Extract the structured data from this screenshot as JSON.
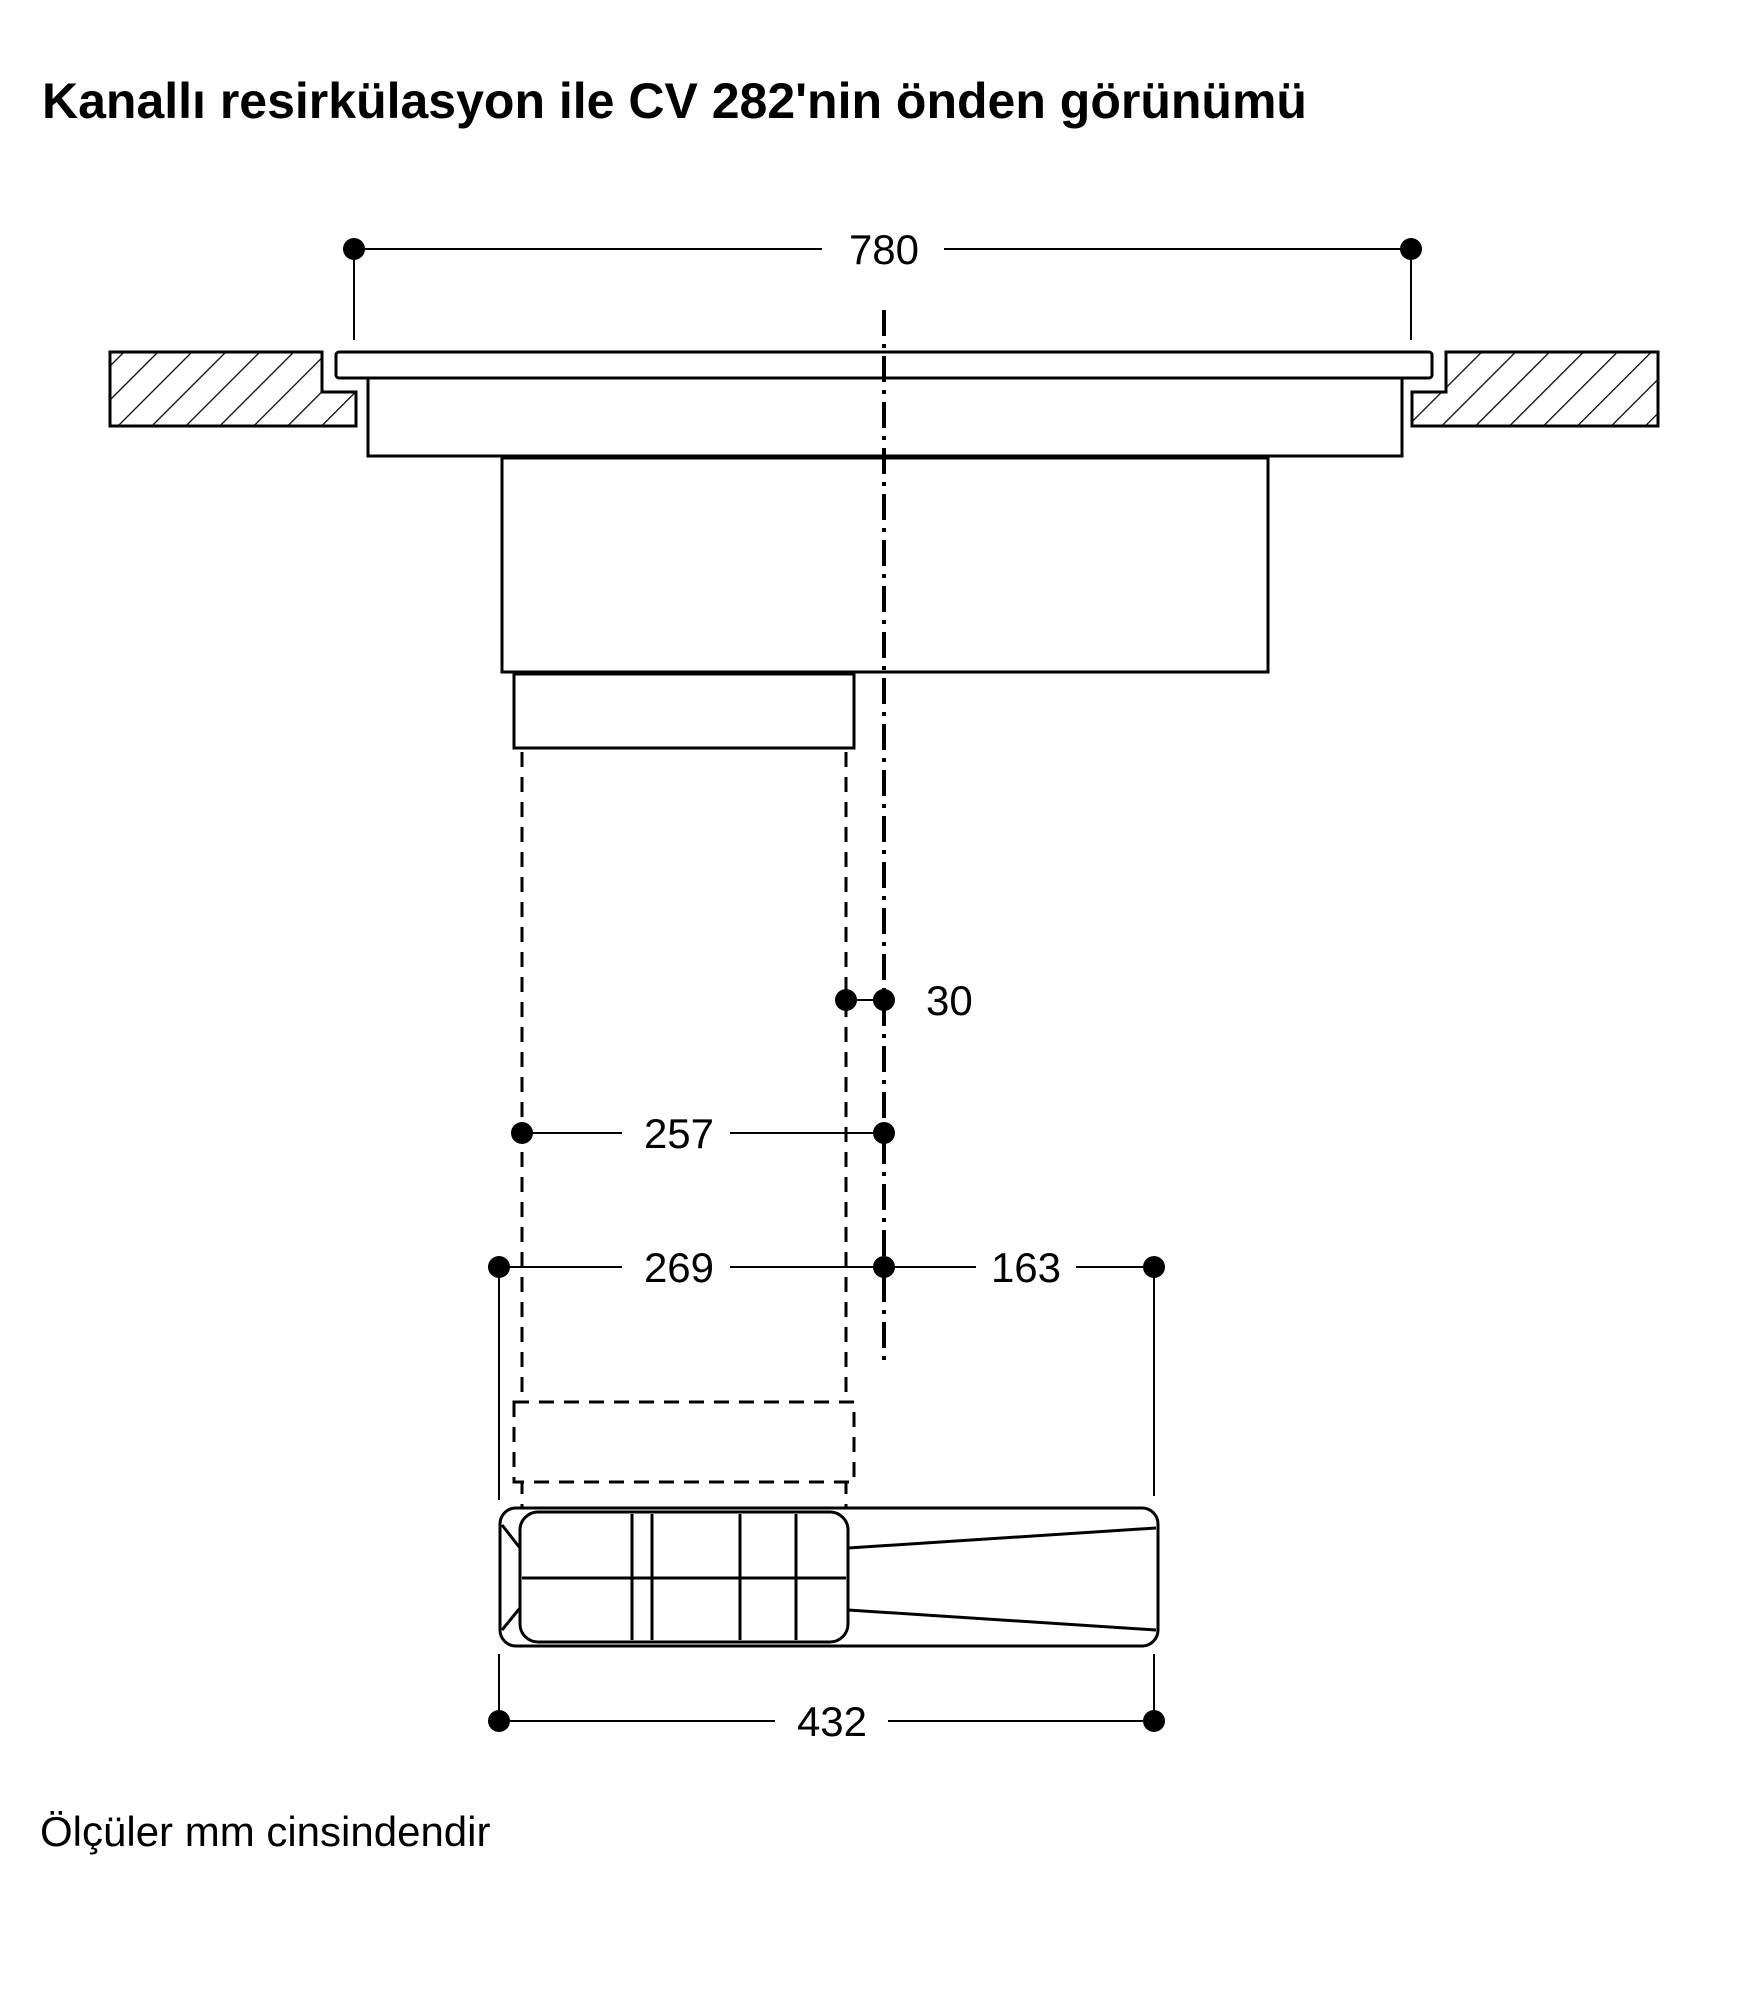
{
  "title": "Kanallı resirkülasyon ile CV 282'nin önden görünümü",
  "footnote": "Ölçüler mm cinsindendir",
  "dimensions": {
    "overall_width": "780",
    "centerline_offset": "30",
    "duct_to_center": "257",
    "unit_left_to_center": "269",
    "center_to_unit_right": "163",
    "unit_width": "432"
  },
  "colors": {
    "line": "#000000",
    "background": "#ffffff"
  }
}
